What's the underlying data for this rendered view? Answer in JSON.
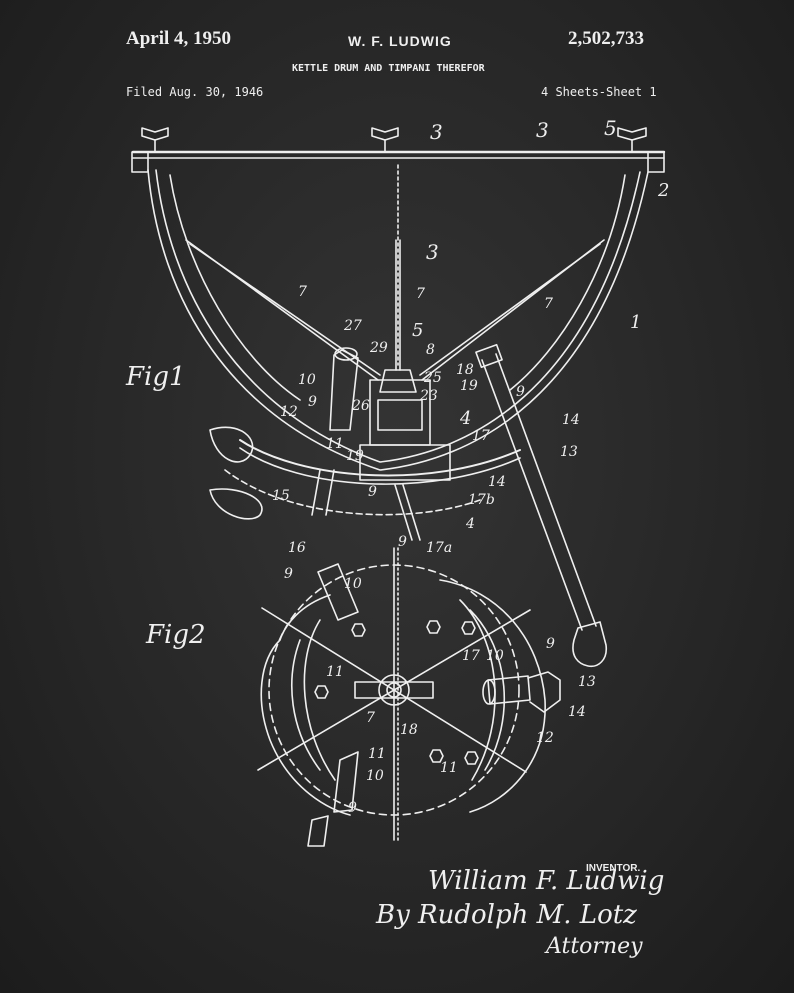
{
  "header": {
    "date": "April 4, 1950",
    "inventor": "W. F. LUDWIG",
    "patent_number": "2,502,733",
    "title": "KETTLE DRUM AND TIMPANI THEREFOR",
    "filed": "Filed Aug. 30, 1946",
    "sheets": "4 Sheets-Sheet 1"
  },
  "figures": {
    "fig1": "Fig1",
    "fig2": "Fig2"
  },
  "reference_numerals": {
    "n3a": "3",
    "n3b": "3",
    "n5": "5",
    "n2": "2",
    "n3c": "3",
    "n7a": "7",
    "n7b": "7",
    "n7c": "7",
    "n1": "1",
    "n27": "27",
    "n5b": "5",
    "n29": "29",
    "n8": "8",
    "n10": "10",
    "n25": "25",
    "n18": "18",
    "n19": "19",
    "n9a": "9",
    "n26": "26",
    "n23": "23",
    "n4a": "4",
    "n9b": "9",
    "n12": "12",
    "n11": "11",
    "n17": "17",
    "n14a": "14",
    "n13a": "13",
    "n19b": "19",
    "n14b": "14",
    "n15": "15",
    "n17b": "17b",
    "n9c": "9",
    "n4b": "4",
    "n16": "16",
    "n17a": "17a",
    "n9d": "9",
    "n9e": "9",
    "n10b": "10",
    "n17c": "17",
    "n10c": "10",
    "n9f": "9",
    "n13b": "13",
    "n11b": "11",
    "n14c": "14",
    "n7d": "7",
    "n18b": "18",
    "n12b": "12",
    "n11c": "11",
    "n11d": "11",
    "n10d": "10",
    "n9g": "9"
  },
  "signature": {
    "inventor_label": "INVENTOR.",
    "inventor_name": "William F. Ludwig",
    "by": "By Rudolph M. Lotz",
    "attorney": "Attorney"
  },
  "colors": {
    "background": "#2a2a2a",
    "ink": "#efefef"
  }
}
